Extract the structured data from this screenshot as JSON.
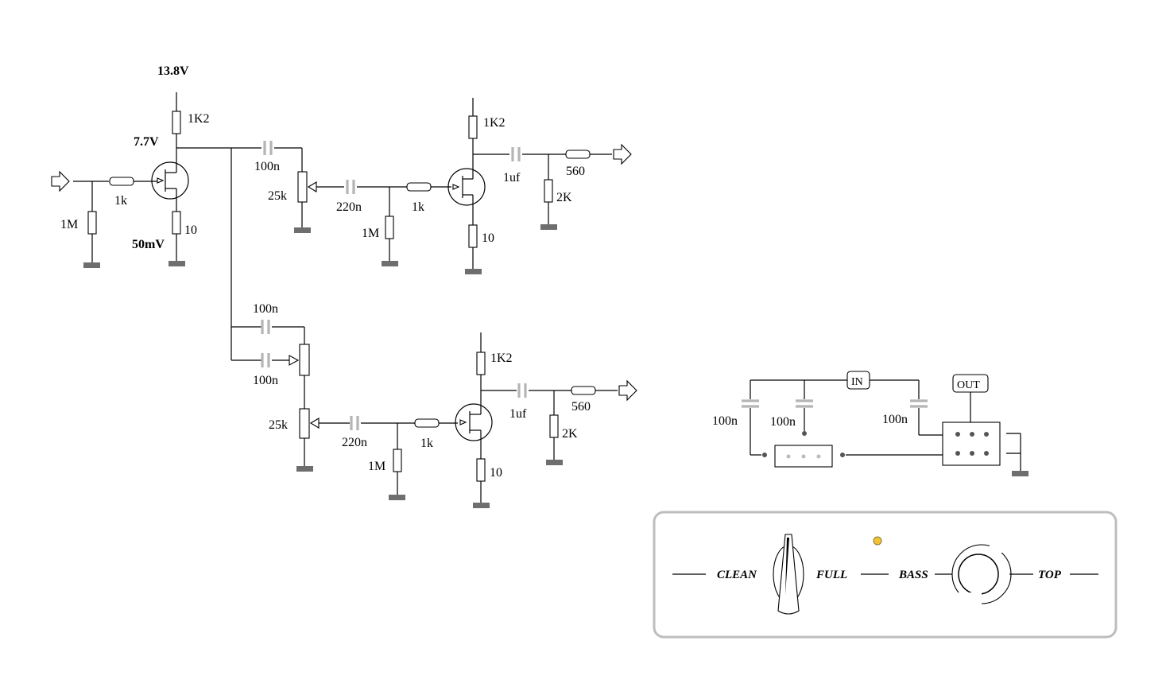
{
  "schematic": {
    "supply_voltage": "13.8V",
    "drain_voltage": "7.7V",
    "source_voltage": "50mV",
    "input_stage": {
      "input_resistor": "1k",
      "gate_resistor": "1M",
      "drain_resistor": "1K2",
      "source_resistor": "10"
    },
    "upper_stage": {
      "coupling_cap": "100n",
      "pot": "25k",
      "gate_cap": "220n",
      "gate_resistor": "1M",
      "input_resistor": "1k",
      "drain_resistor": "1K2",
      "source_resistor": "10",
      "output_cap": "1uf",
      "output_resistor": "560",
      "load_resistor": "2K"
    },
    "lower_stage": {
      "coupling_cap_top": "100n",
      "coupling_cap_bottom": "100n",
      "pot": "25k",
      "gate_cap": "220n",
      "gate_resistor": "1M",
      "input_resistor": "1k",
      "drain_resistor": "1K2",
      "source_resistor": "10",
      "output_cap": "1uf",
      "output_resistor": "560",
      "load_resistor": "2K"
    },
    "switch_wiring": {
      "in_label": "IN",
      "out_label": "OUT",
      "cap_left": "100n",
      "cap_mid": "100n",
      "cap_right": "100n"
    }
  },
  "panel": {
    "clean": "CLEAN",
    "full": "FULL",
    "bass": "BASS",
    "top": "TOP",
    "led_color": "#f2c230"
  }
}
